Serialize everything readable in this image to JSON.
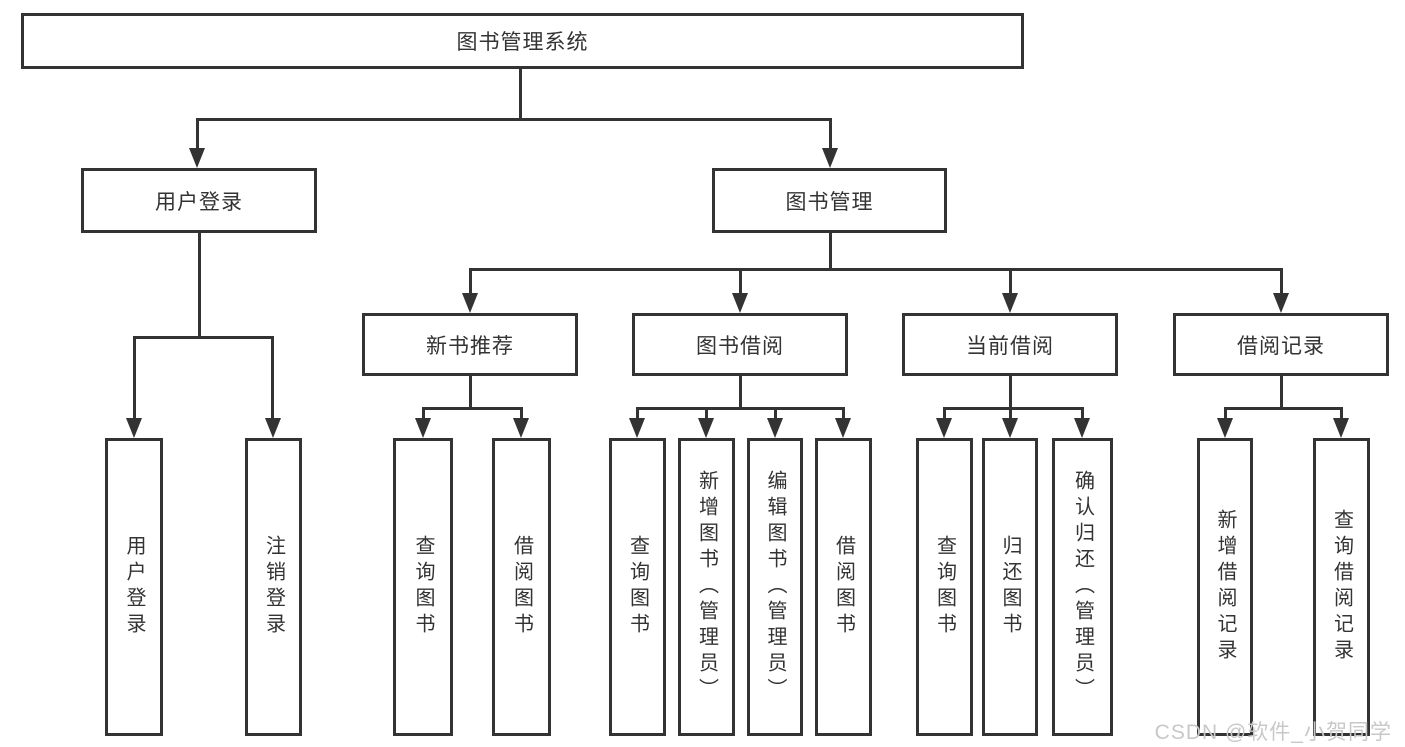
{
  "diagram": {
    "title_node": "图书管理系统",
    "level2_nodes": [
      "用户登录",
      "图书管理"
    ],
    "level3_nodes": [
      "新书推荐",
      "图书借阅",
      "当前借阅",
      "借阅记录"
    ],
    "leaf_nodes": [
      "用户登录",
      "注销登录",
      "查询图书",
      "借阅图书",
      "查询图书",
      "新增图书（管理员）",
      "编辑图书（管理员）",
      "借阅图书",
      "查询图书",
      "归还图书",
      "确认归还（管理员）",
      "新增借阅记录",
      "查询借阅记录"
    ]
  },
  "watermark": "CSDN @软件_小贺同学",
  "colors": {
    "line": "#333333",
    "node_text": "#333333",
    "watermark_text": "#c8c8c8",
    "background": "#ffffff"
  }
}
